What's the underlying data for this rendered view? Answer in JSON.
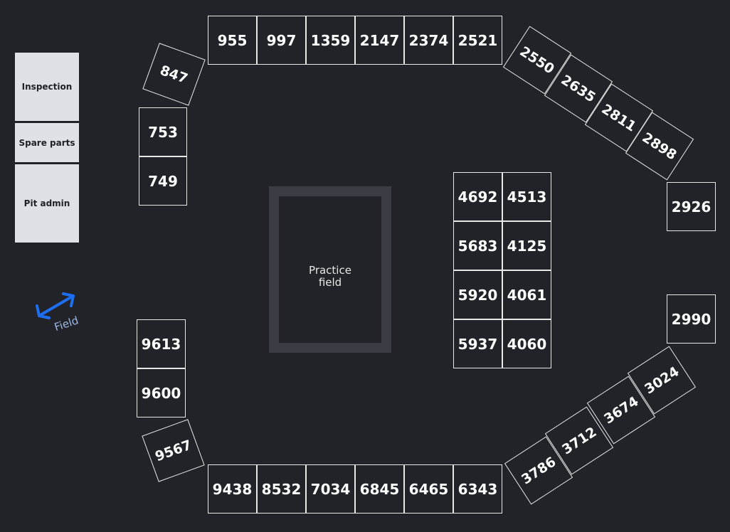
{
  "sidebar": {
    "items": [
      {
        "label": "Inspection"
      },
      {
        "label": "Spare parts"
      },
      {
        "label": "Pit admin"
      }
    ]
  },
  "practice_field": {
    "label_line1": "Practice",
    "label_line2": "field"
  },
  "field_indicator": {
    "label": "Field",
    "icon": "double-arrow-icon",
    "color": "#1e6ef0"
  },
  "pits": {
    "top_row": [
      "955",
      "997",
      "1359",
      "2147",
      "2374",
      "2521"
    ],
    "top_left_angled": "847",
    "left_upper": [
      "753",
      "749"
    ],
    "top_right_angled": [
      "2550",
      "2635",
      "2811",
      "2898"
    ],
    "right_upper": "2926",
    "center_grid": [
      [
        "4692",
        "4513"
      ],
      [
        "5683",
        "4125"
      ],
      [
        "5920",
        "4061"
      ],
      [
        "5937",
        "4060"
      ]
    ],
    "right_lower": "2990",
    "bottom_right_angled": [
      "3024",
      "3674",
      "3712",
      "3786"
    ],
    "left_lower": [
      "9613",
      "9600"
    ],
    "bottom_left_angled": "9567",
    "bottom_row": [
      "9438",
      "8532",
      "7034",
      "6845",
      "6465",
      "6343"
    ]
  }
}
